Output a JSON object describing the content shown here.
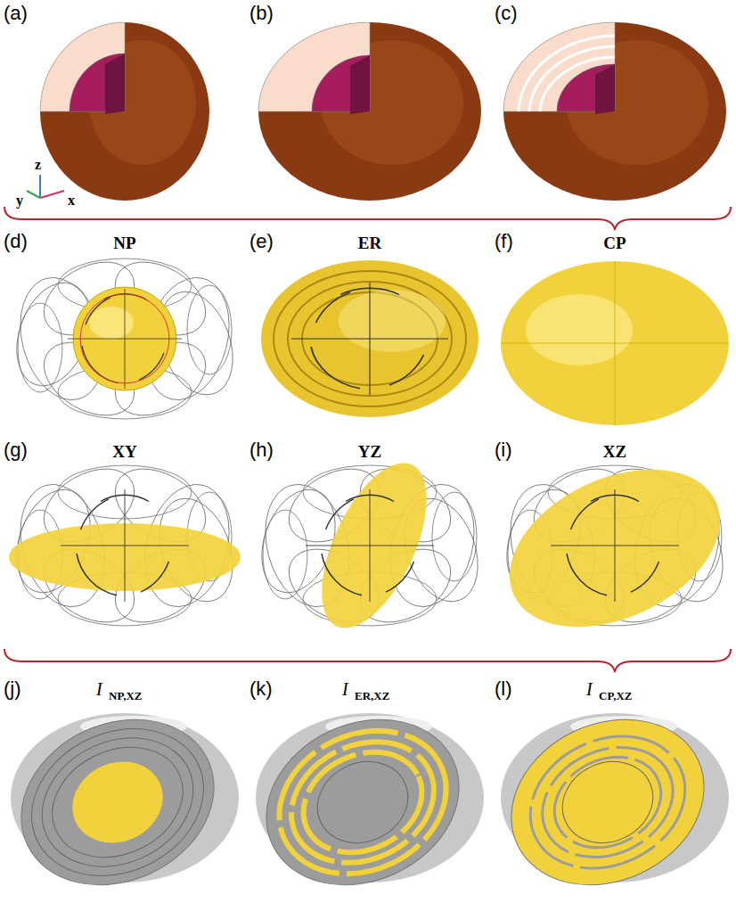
{
  "diagram": {
    "labels": [
      "(a)",
      "(b)",
      "(c)",
      "z",
      "y",
      "x",
      "(d)",
      "NP",
      "(e)",
      "ER",
      "(f)",
      "CP",
      "(g)",
      "XY",
      "(h)",
      "YZ",
      "(i)",
      "XZ",
      "(j)",
      "I",
      "NP,XZ",
      "(k)",
      "I",
      "ER,XZ",
      "(l)",
      "I",
      "CP,XZ"
    ]
  }
}
